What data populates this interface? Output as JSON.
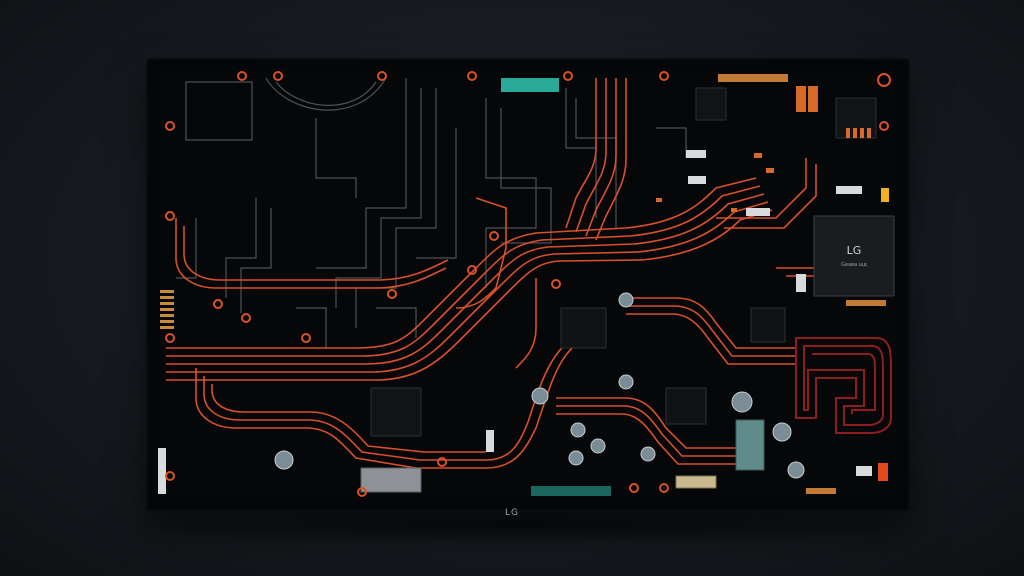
{
  "scene": {
    "description_free": true
  },
  "chip_label": "LG",
  "chip_sublabel": "Gеава шд",
  "bottom_logo": "LG",
  "colors": {
    "background": "#171b20",
    "screen": "#050607",
    "trace_orange": "#d9502a",
    "trace_dark_red": "#8e1d22",
    "trace_gray": "#5a5f66",
    "teal": "#2aa99a",
    "chip": "#1a1c1f"
  }
}
